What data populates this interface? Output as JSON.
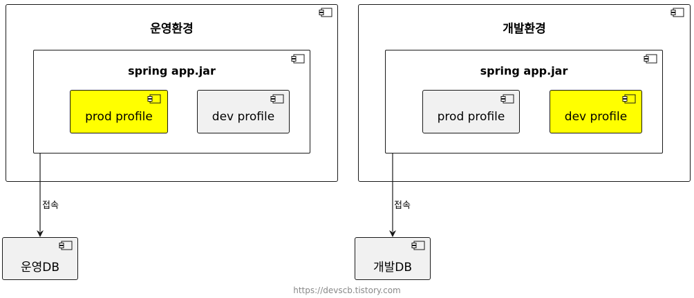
{
  "environments": [
    {
      "title": "운영환경",
      "jar": "spring app.jar",
      "profiles": [
        {
          "label": "prod profile",
          "active": true
        },
        {
          "label": "dev profile",
          "active": false
        }
      ],
      "connection_label": "접속",
      "db": "운영DB"
    },
    {
      "title": "개발환경",
      "jar": "spring app.jar",
      "profiles": [
        {
          "label": "prod profile",
          "active": false
        },
        {
          "label": "dev profile",
          "active": true
        }
      ],
      "connection_label": "접속",
      "db": "개발DB"
    }
  ],
  "colors": {
    "active_profile": "#ffff00",
    "inactive_profile": "#f1f1f1",
    "border": "#181818"
  },
  "icons": [
    "component-icon"
  ],
  "footer": "https://devscb.tistory.com"
}
